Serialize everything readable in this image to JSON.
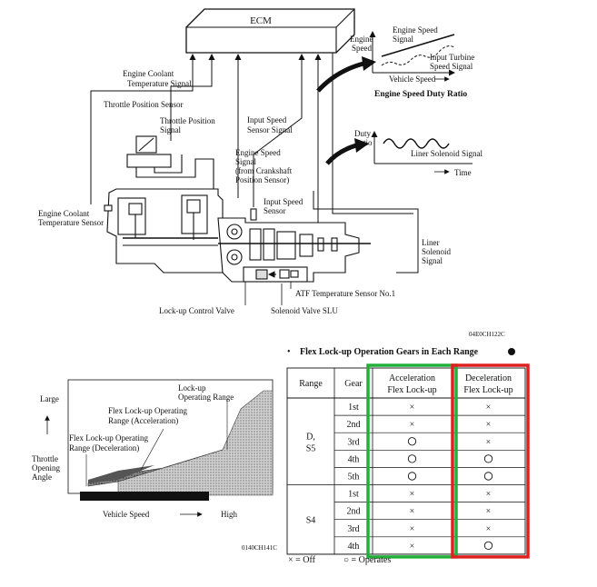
{
  "system_diagram": {
    "ecm_label": "ECM",
    "labels": {
      "coolant_signal": [
        "Engine Coolant",
        "Temperature Signal"
      ],
      "throttle_sensor": "Throttle Position Sensor",
      "throttle_signal": [
        "Throttle Position",
        "Signal"
      ],
      "input_speed_signal": [
        "Input Speed",
        "Sensor Signal"
      ],
      "engine_speed_signal": [
        "Engine Speed",
        "Signal",
        "(from Crankshaft",
        "Position Sensor)"
      ],
      "input_speed_sensor": [
        "Input Speed",
        "Sensor"
      ],
      "coolant_sensor": [
        "Engine Coolant",
        "Temperature Sensor"
      ],
      "liner_solenoid_signal": [
        "Liner",
        "Solenoid",
        "Signal"
      ],
      "atf_sensor": "ATF Temperature Sensor No.1",
      "lockup_valve": "Lock-up Control Valve",
      "solenoid_valve": "Solenoid Valve SLU",
      "code": "04E0CH122C"
    },
    "graph1": {
      "y_label": [
        "Engine",
        "Speed"
      ],
      "engine_speed_signal": [
        "Engine Speed",
        "Signal"
      ],
      "turbine_signal": [
        "Input Turbine",
        "Speed Signal"
      ],
      "x_label": "Vehicle Speed",
      "title": "Engine Speed Duty Ratio"
    },
    "graph2": {
      "y_label": [
        "Duty",
        "Ratio"
      ],
      "signal_label": "Liner Solenoid Signal",
      "x_label": "Time"
    }
  },
  "range_diagram": {
    "y_large": "Large",
    "lockup_range": [
      "Lock-up",
      "Operating Range"
    ],
    "accel_range": [
      "Flex Lock-up Operating",
      "Range (Acceleration)"
    ],
    "decel_range": [
      "Flex Lock-up Operating",
      "Range (Deceleration)"
    ],
    "throttle_axis": [
      "Throttle",
      "Opening",
      "Angle"
    ],
    "x_label": "Vehicle Speed",
    "x_high": "High",
    "code": "0140CH141C"
  },
  "gear_table": {
    "title": "Flex Lock-up Operation Gears in Each Range",
    "headers": {
      "range": "Range",
      "gear": "Gear",
      "accel": [
        "Acceleration",
        "Flex Lock-up"
      ],
      "decel": [
        "Deceleration",
        "Flex Lock-up"
      ]
    },
    "groups": [
      {
        "range": [
          "D,",
          "S5"
        ],
        "rows": [
          {
            "gear": "1st",
            "accel": "off",
            "decel": "off"
          },
          {
            "gear": "2nd",
            "accel": "off",
            "decel": "off"
          },
          {
            "gear": "3rd",
            "accel": "operates",
            "decel": "off"
          },
          {
            "gear": "4th",
            "accel": "operates",
            "decel": "operates"
          },
          {
            "gear": "5th",
            "accel": "operates",
            "decel": "operates"
          }
        ]
      },
      {
        "range": [
          "S4"
        ],
        "rows": [
          {
            "gear": "1st",
            "accel": "off",
            "decel": "off"
          },
          {
            "gear": "2nd",
            "accel": "off",
            "decel": "off"
          },
          {
            "gear": "3rd",
            "accel": "off",
            "decel": "off"
          },
          {
            "gear": "4th",
            "accel": "off",
            "decel": "operates"
          }
        ]
      }
    ],
    "legend": {
      "off": "× = Off",
      "operates": "○ = Operates"
    },
    "highlight_colors": {
      "accel": "#22b03a",
      "decel": "#e02020"
    }
  }
}
